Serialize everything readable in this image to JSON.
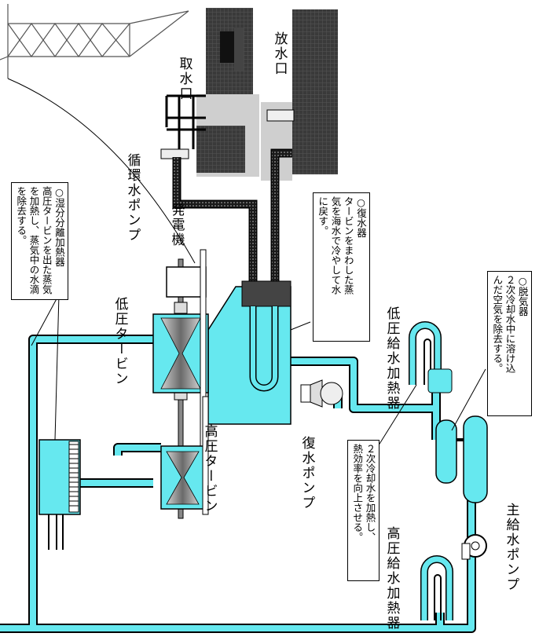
{
  "labels": {
    "intake": "取水口",
    "discharge": "放水口",
    "circulating_pump": [
      "循環水",
      "ポンプ"
    ],
    "generator": "発電機",
    "lp_turbine": [
      "低圧",
      "タービン"
    ],
    "hp_turbine": "高圧タービン",
    "condensate_pump": [
      "復水",
      "ポンプ"
    ],
    "lp_heater": [
      "低圧",
      "給水加熱器"
    ],
    "hp_heater": [
      "高圧",
      "給水加熱器"
    ],
    "main_feed_pump": "主給水ポンプ"
  },
  "notes": {
    "moisture_separator": [
      "○湿分分離加熱器",
      "高圧タービンを出た蒸気",
      "を加熱し、蒸気中の水滴",
      "を除去する。"
    ],
    "condenser": [
      "○復水器",
      "タービンをまわした蒸",
      "気を海水で冷やして水",
      "に戻す。"
    ],
    "deaerator": [
      "○脱気器",
      "２次冷却水中に溶け込",
      "んだ空気を除去する。"
    ],
    "feed_heater": [
      "２次冷却水を加熱し、",
      "熱効率を向上させる。"
    ]
  },
  "colors": {
    "water": "#66e8ef",
    "water_dark": "#22b5c0",
    "outline": "#000000",
    "seawater_pipe": "#2b2b2b",
    "ground": "#3a3a3a"
  }
}
